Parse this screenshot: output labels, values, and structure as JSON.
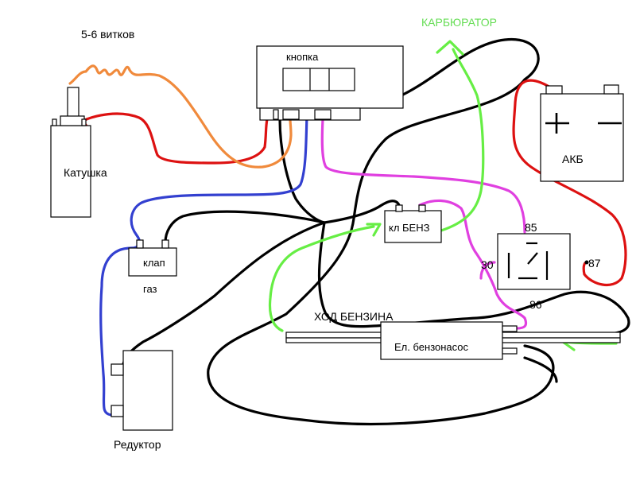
{
  "labels": {
    "turns": "5-6 витков",
    "carburetor": "КАРБЮРАТОР",
    "button": "кнопка",
    "coil": "Катушка",
    "battery": "АКБ",
    "battery_plus": "+",
    "battery_minus": "—",
    "gas_valve": "клап",
    "gas": "газ",
    "petrol_valve": "кл БЕНЗ",
    "relay_85": "85",
    "relay_30": "30",
    "relay_87": "87",
    "relay_86": "86",
    "fuel_flow": "ХОД БЕНЗИНА",
    "fuel_pump": "Ел. бензонасос",
    "reducer": "Редуктор"
  },
  "colors": {
    "black_wire": "#000000",
    "red_wire": "#dd1111",
    "orange_wire": "#f08a3c",
    "blue_wire": "#3340d0",
    "magenta_wire": "#e040e0",
    "green_wire": "#66ee44",
    "carburetor_text": "#66dd55"
  },
  "icons": {
    "relay_symbol": "relay-contact-icon",
    "flow_arrow": "green-arrow-icon"
  }
}
